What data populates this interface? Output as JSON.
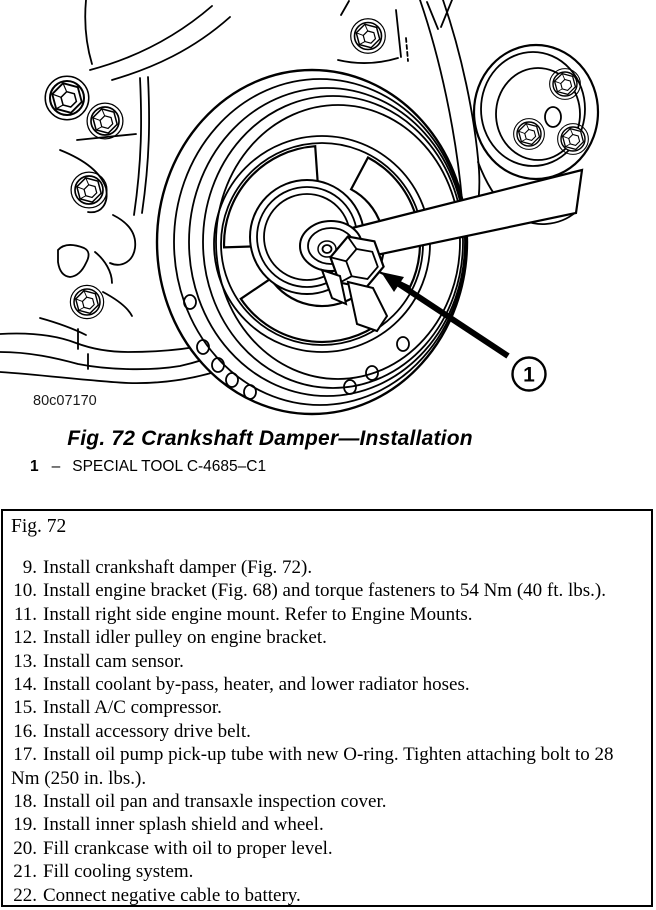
{
  "colors": {
    "ink": "#000000",
    "paper": "#ffffff"
  },
  "figure": {
    "drawing_code": "80c07170",
    "caption": "Fig. 72 Crankshaft Damper—Installation",
    "callout": {
      "num": "1",
      "dash": "–",
      "label": "SPECIAL TOOL C-4685–C1"
    },
    "callout_circle_label": "1"
  },
  "panel": {
    "title": "Fig. 72",
    "steps": [
      {
        "num": "9.",
        "text": "Install crankshaft damper (Fig. 72)."
      },
      {
        "num": "10.",
        "text": "Install engine bracket (Fig. 68) and torque fasteners to 54 Nm (40 ft. lbs.)."
      },
      {
        "num": "11.",
        "text": "Install right side engine mount. Refer to Engine Mounts."
      },
      {
        "num": "12.",
        "text": "Install idler pulley on engine bracket."
      },
      {
        "num": "13.",
        "text": "Install cam sensor."
      },
      {
        "num": "14.",
        "text": "Install coolant by-pass, heater, and lower radiator hoses."
      },
      {
        "num": "15.",
        "text": "Install A/C compressor."
      },
      {
        "num": "16.",
        "text": "Install accessory drive belt."
      },
      {
        "num": "17.",
        "text": "Install oil pump pick-up tube with new O-ring. Tighten attaching bolt to 28 Nm (250 in. lbs.)."
      },
      {
        "num": "18.",
        "text": "Install oil pan and transaxle inspection cover."
      },
      {
        "num": "19.",
        "text": "Install inner splash shield and wheel."
      },
      {
        "num": "20.",
        "text": "Fill crankcase with oil to proper level."
      },
      {
        "num": "21.",
        "text": "Fill cooling system."
      },
      {
        "num": "22.",
        "text": "Connect negative cable to battery."
      }
    ]
  }
}
